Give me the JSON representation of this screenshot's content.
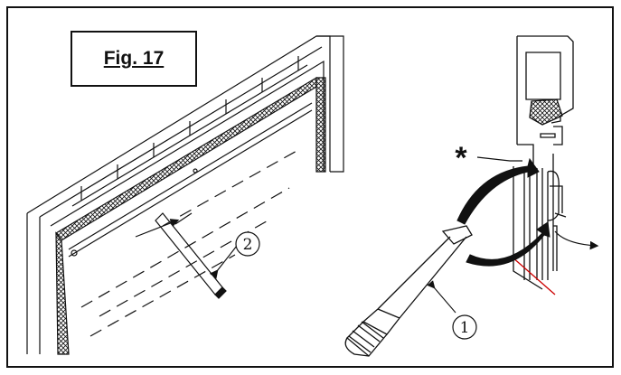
{
  "figure": {
    "label": "Fig. 17",
    "callouts": [
      {
        "id": "callout-1",
        "number": "1"
      },
      {
        "id": "callout-2",
        "number": "2"
      }
    ],
    "marker": "*"
  },
  "colors": {
    "line": "#111111",
    "accent": "#cc0000",
    "background": "#ffffff"
  }
}
